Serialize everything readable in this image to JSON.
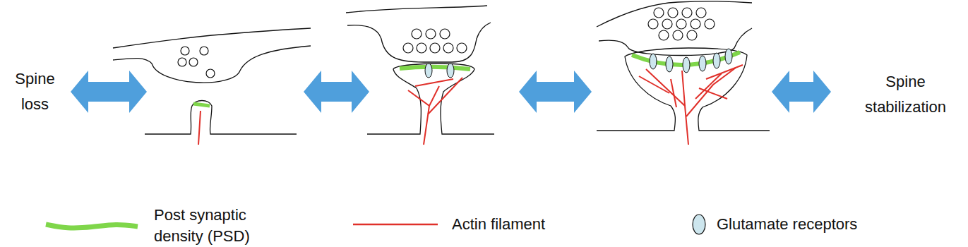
{
  "diagram": {
    "labels": [
      "Spine loss",
      "Spine stabilization"
    ],
    "legend": [
      {
        "text": "Post synaptic density (PSD)"
      },
      {
        "text": "Actin filament"
      },
      {
        "text": "Glutamate receptors"
      }
    ]
  }
}
